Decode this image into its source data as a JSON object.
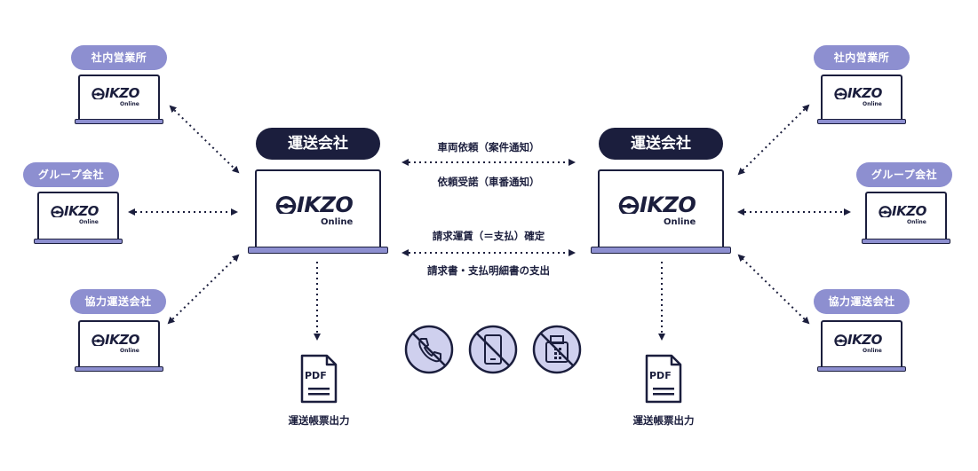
{
  "colors": {
    "navy": "#1b1e3d",
    "accent": "#8d8fd0",
    "light": "#cfd0ee"
  },
  "logo": {
    "word": "IKZO",
    "sub": "Online"
  },
  "left": {
    "center_label": "運送会社",
    "nodes": [
      {
        "label": "社内営業所"
      },
      {
        "label": "グループ会社"
      },
      {
        "label": "協力運送会社"
      }
    ],
    "pdf": {
      "icon_text": "PDF",
      "caption": "運送帳票出力"
    }
  },
  "right": {
    "center_label": "運送会社",
    "nodes": [
      {
        "label": "社内営業所"
      },
      {
        "label": "グループ会社"
      },
      {
        "label": "協力運送会社"
      }
    ],
    "pdf": {
      "icon_text": "PDF",
      "caption": "運送帳票出力"
    }
  },
  "flows": {
    "top_above": "車両依頼（案件通知）",
    "top_below": "依頼受諾（車番通知）",
    "bottom_above": "請求運賃（＝支払）確定",
    "bottom_below": "請求書・支払明細書の支出"
  },
  "no_icons": [
    {
      "icon": "no-phone-icon"
    },
    {
      "icon": "no-mobile-icon"
    },
    {
      "icon": "no-fax-icon"
    }
  ]
}
